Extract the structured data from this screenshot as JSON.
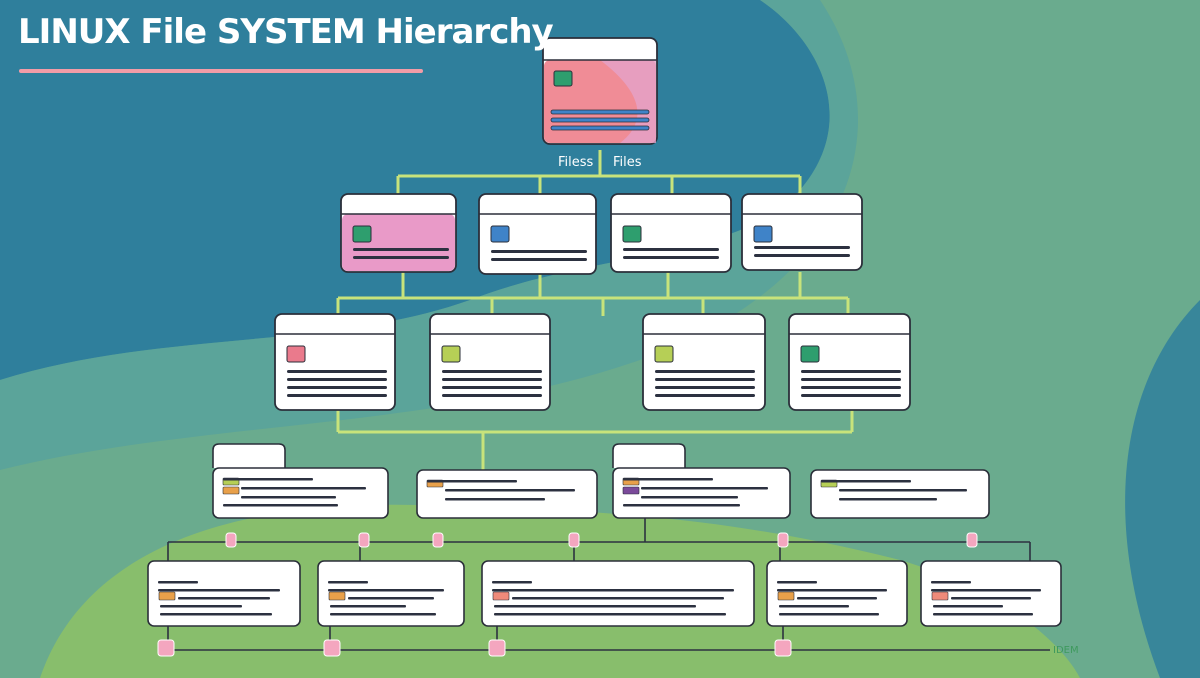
{
  "title": "LINUX File SYSTEM Hierarchy",
  "root_labels": [
    "Filess",
    "Files"
  ],
  "palette": {
    "bg_deep": "#2f7f9c",
    "bg_teal": "#4f9ea4",
    "bg_sage": "#6aab8e",
    "bg_green": "#8cc068",
    "connector": "#c8e37b",
    "dark_line": "#2c3140",
    "card": "#ffffff",
    "outline": "#2b2f3a",
    "pink": "#f08c96",
    "magenta": "#e99ac8",
    "blue": "#3f83c8",
    "green": "#2e9e6e",
    "lime": "#b6cf56",
    "rose": "#ea7a8c",
    "orange": "#e8a04a",
    "purple": "#7b4a9a",
    "salmon": "#ef8a7a",
    "node_pink": "#f4a6bf",
    "footer_green": "#3f9a5e"
  },
  "root": {
    "icon": "green"
  },
  "level1": [
    {
      "icon": "green",
      "fill": "magenta"
    },
    {
      "icon": "blue"
    },
    {
      "icon": "green"
    },
    {
      "icon": "blue"
    }
  ],
  "level2": [
    {
      "icon": "rose"
    },
    {
      "icon": "lime"
    },
    {
      "icon": "lime"
    },
    {
      "icon": "green"
    }
  ],
  "level3": [
    {
      "tab": true,
      "swatches": [
        "lime",
        "orange"
      ]
    },
    {
      "tab": false,
      "swatches": [
        "orange"
      ]
    },
    {
      "tab": true,
      "swatches": [
        "orange",
        "purple"
      ]
    },
    {
      "tab": false,
      "swatches": [
        "lime"
      ]
    }
  ],
  "level4": [
    {
      "swatches": [
        "orange"
      ]
    },
    {
      "swatches": [
        "orange"
      ]
    },
    {
      "swatches": [
        "salmon"
      ]
    },
    {
      "swatches": [
        "orange"
      ]
    },
    {
      "swatches": [
        "salmon"
      ]
    }
  ],
  "footer_label": "IDEM"
}
